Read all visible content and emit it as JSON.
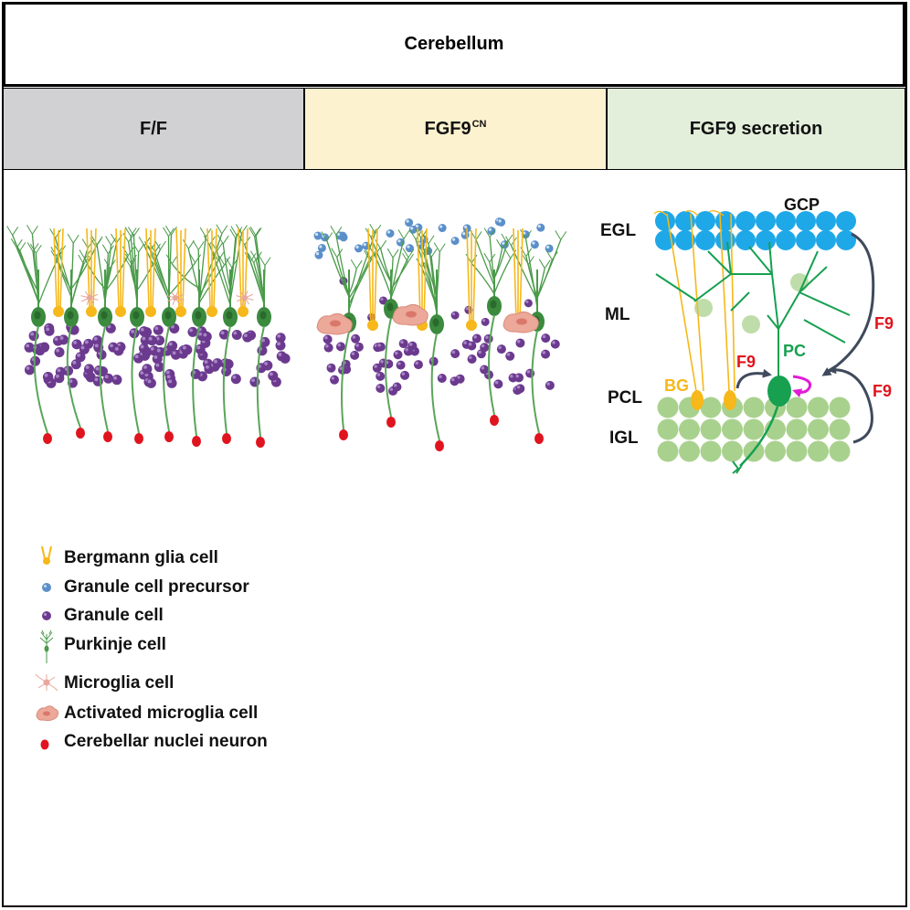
{
  "title": "Cerebellum",
  "columns": {
    "ff": {
      "label": "F/F",
      "color": "#d1d1d3"
    },
    "fgf": {
      "label": "FGF9",
      "sup": "CN",
      "color": "#fdf2cf"
    },
    "sec": {
      "label": "FGF9 secretion",
      "color": "#e3efdb"
    }
  },
  "schematic": {
    "layers": {
      "egl": "EGL",
      "ml": "ML",
      "pcl": "PCL",
      "igl": "IGL"
    },
    "gcp": "GCP",
    "bg": "BG",
    "pc": "PC",
    "f9": "F9"
  },
  "legend": [
    {
      "icon": "bergmann-glia-icon",
      "label": "Bergmann glia cell"
    },
    {
      "icon": "granule-precursor-icon",
      "label": "Granule cell precursor"
    },
    {
      "icon": "granule-cell-icon",
      "label": "Granule cell"
    },
    {
      "icon": "purkinje-cell-icon",
      "label": "Purkinje cell"
    },
    {
      "icon": "microglia-icon",
      "label": "Microglia cell"
    },
    {
      "icon": "activated-microglia-icon",
      "label": "Activated microglia cell"
    },
    {
      "icon": "cerebellar-nuclei-icon",
      "label": "Cerebellar nuclei neuron"
    }
  ],
  "colors": {
    "glia": "#f6b81a",
    "purkinje": "#4a9a4a",
    "granule": "#6b3a8e",
    "precursor": "#5b8fc9",
    "nuclei": "#e0141e",
    "microglia": "#e8a79a",
    "gcp": "#1ea8e8",
    "igl": "#a9d18e",
    "label_red": "#e0141e",
    "label_green": "#16a050",
    "magenta": "#e21ad6",
    "arrow": "#3f4a5c"
  }
}
